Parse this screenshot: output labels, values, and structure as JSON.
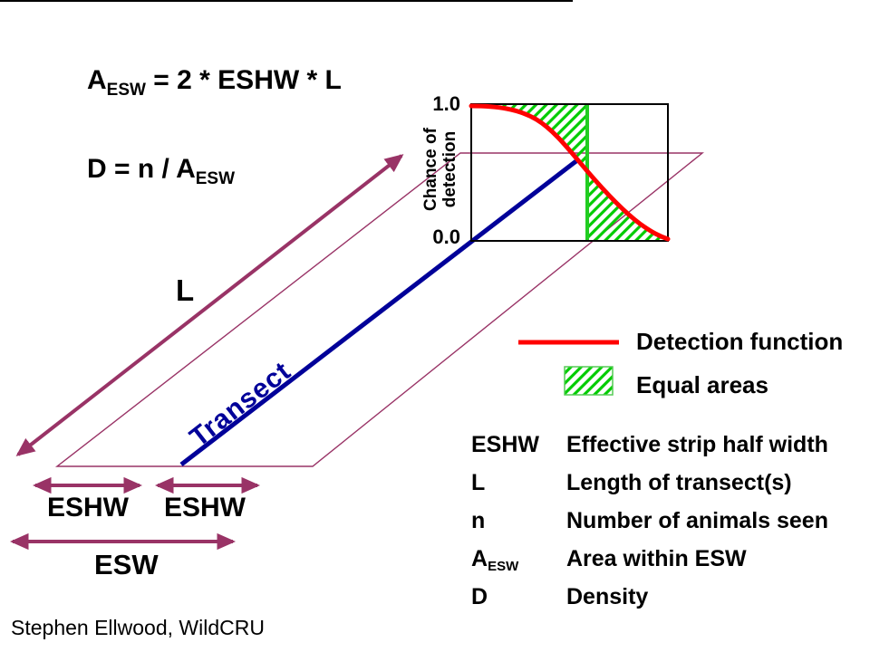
{
  "slide": {
    "background": "#ffffff",
    "accent_arrow_color": "#993366",
    "transect_color": "#000099",
    "curve_color": "#ff0000",
    "hatch_color": "#00cc00"
  },
  "formulas": {
    "f1": {
      "lead": "A",
      "sub": "ESW",
      "rest": " = 2 * ESHW * L"
    },
    "f2": {
      "lead": "D = n / A",
      "sub": "ESW"
    }
  },
  "diagram": {
    "l_label": "L",
    "transect_label": "Transect",
    "eshw_left_label": "ESHW",
    "eshw_right_label": "ESHW",
    "esw_label": "ESW"
  },
  "graph": {
    "y_top_tick": "1.0",
    "y_bottom_tick": "0.0",
    "ylabel_line1": "Chance of",
    "ylabel_line2": "detection"
  },
  "legend": {
    "items": [
      {
        "swatch": "red-line",
        "label": "Detection function"
      },
      {
        "swatch": "green-hatch",
        "label": "Equal areas"
      }
    ]
  },
  "definitions": {
    "rows": [
      {
        "term": "ESHW",
        "term_sub": "",
        "def": "Effective strip half width"
      },
      {
        "term": "L",
        "term_sub": "",
        "def": "Length of transect(s)"
      },
      {
        "term": "n",
        "term_sub": "",
        "def": "Number of animals seen"
      },
      {
        "term": "A",
        "term_sub": "ESW",
        "def": "Area within ESW"
      },
      {
        "term": "D",
        "term_sub": "",
        "def": "Density"
      }
    ]
  },
  "footer": {
    "credit": "Stephen Ellwood, WildCRU"
  },
  "chart_data": {
    "type": "line",
    "title": "",
    "xlabel": "",
    "ylabel": "Chance of detection",
    "xlim": [
      0,
      1
    ],
    "ylim": [
      0,
      1
    ],
    "yticks": [
      1.0,
      0.0
    ],
    "ytick_labels": [
      "1.0",
      "0.0"
    ],
    "grid": false,
    "legend_position": "below-right",
    "series": [
      {
        "name": "Detection function",
        "color": "#ff0000",
        "x": [
          0,
          0.1,
          0.2,
          0.25,
          0.3,
          0.35,
          0.4,
          0.45,
          0.5,
          0.55,
          0.6,
          0.65,
          0.7,
          0.75,
          0.8,
          0.85,
          0.9,
          0.95,
          1.0
        ],
        "y": [
          1.0,
          1.0,
          0.99,
          0.96,
          0.93,
          0.88,
          0.81,
          0.72,
          0.63,
          0.56,
          0.5,
          0.41,
          0.32,
          0.24,
          0.17,
          0.11,
          0.07,
          0.04,
          0.02
        ]
      }
    ],
    "annotations": [
      {
        "name": "esw-boundary",
        "type": "vline",
        "x": 0.6,
        "color": "#00cc00"
      },
      {
        "name": "equal-areas-hatch",
        "type": "area",
        "color": "#00cc00",
        "regions": [
          "between detection function and y=1.0 for x < 0.6",
          "between detection function and y=0.0 for x > 0.6"
        ]
      }
    ]
  }
}
